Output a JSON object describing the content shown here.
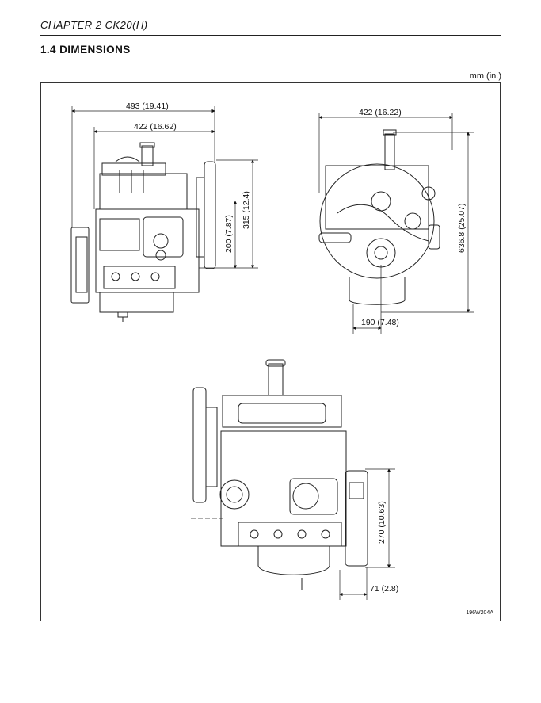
{
  "header": {
    "chapter": "CHAPTER 2    CK20(H)"
  },
  "section": {
    "title": "1.4  DIMENSIONS"
  },
  "units": "mm (in.)",
  "figure": {
    "id": "196W204A",
    "dims": {
      "side_total_width": "493 (19.41)",
      "side_body_width": "422 (16.62)",
      "side_height_upper": "315 (12.4)",
      "side_height_lower": "200 (7.87)",
      "front_width": "422 (16.22)",
      "front_height": "636.8 (25.07)",
      "front_half_width": "190 (7.48)",
      "rear_height": "270 (10.63)",
      "rear_offset": "71 (2.8)"
    }
  }
}
